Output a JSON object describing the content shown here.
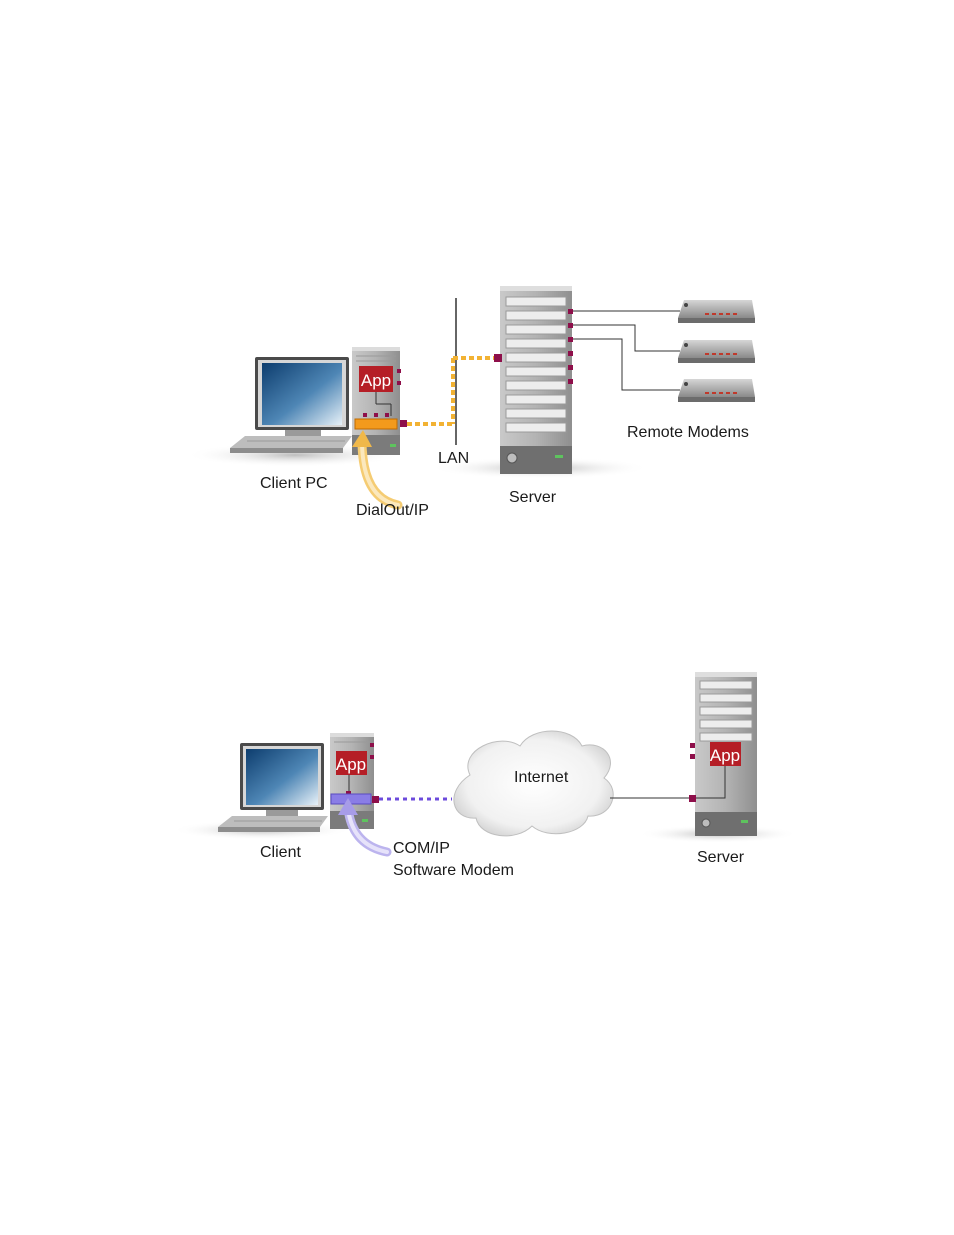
{
  "diagram_top": {
    "client_label": "Client PC",
    "app_label": "App",
    "adapter_label": "DialOut/IP",
    "lan_label": "LAN",
    "server_label": "Server",
    "modems_label": "Remote Modems"
  },
  "diagram_bottom": {
    "client_label": "Client",
    "app_label": "App",
    "adapter_label_line1": "COM/IP",
    "adapter_label_line2": "Software Modem",
    "cloud_label": "Internet",
    "server_label": "Server",
    "server_app_label": "App"
  },
  "colors": {
    "port": "#8e0f4a",
    "lan_link": "#f2b233",
    "adapter_orange": "#f39a1c",
    "adapter_purple": "#8a7de6",
    "internet_link": "#6c4bdc",
    "app_box": "#b51e26"
  }
}
